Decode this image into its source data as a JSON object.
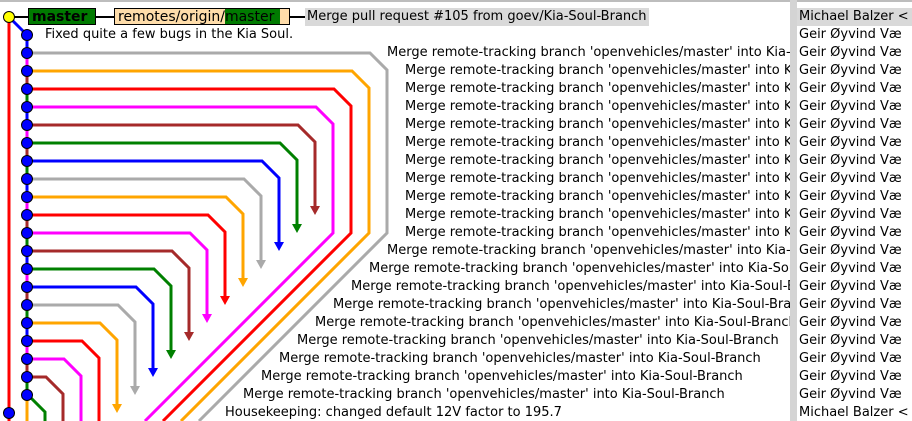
{
  "refs": {
    "local_branch": "master",
    "remote_prefix": "remotes/origin/",
    "remote_branch": "master"
  },
  "colors": {
    "head_dot": "#ffff00",
    "commit_dot": "#0000ff",
    "selected_bg": "#d9d9d9",
    "branch_tag": "#007a00",
    "remote_tag": "#ffddaa"
  },
  "commits": [
    {
      "message": "Merge pull request #105 from goev/Kia-Soul-Branch",
      "author": "Michael Balzer <",
      "selected": true,
      "lane_color": ""
    },
    {
      "message": "Fixed quite a few bugs in the Kia Soul.",
      "author": "Geir Øyvind Væ",
      "lane_color": ""
    },
    {
      "message": "Merge remote-tracking branch 'openvehicles/master' into Kia-Soul-Branch",
      "author": "Geir Øyvind Væ",
      "lane_color": "#aaaaaa"
    },
    {
      "message": "Merge remote-tracking branch 'openvehicles/master' into Kia-Soul-Branch",
      "author": "Geir Øyvind Væ",
      "lane_color": "#ffa500"
    },
    {
      "message": "Merge remote-tracking branch 'openvehicles/master' into Kia-Soul-Branch",
      "author": "Geir Øyvind Væ",
      "lane_color": "#ff0000"
    },
    {
      "message": "Merge remote-tracking branch 'openvehicles/master' into Kia-Soul-Branch",
      "author": "Geir Øyvind Væ",
      "lane_color": "#ff00ff"
    },
    {
      "message": "Merge remote-tracking branch 'openvehicles/master' into Kia-Soul-Branch",
      "author": "Geir Øyvind Væ",
      "lane_color": "#a52a2a"
    },
    {
      "message": "Merge remote-tracking branch 'openvehicles/master' into Kia-Soul-Branch",
      "author": "Geir Øyvind Væ",
      "lane_color": "#008000"
    },
    {
      "message": "Merge remote-tracking branch 'openvehicles/master' into Kia-Soul-Branch",
      "author": "Geir Øyvind Væ",
      "lane_color": "#0000ff"
    },
    {
      "message": "Merge remote-tracking branch 'openvehicles/master' into Kia-Soul-Branch",
      "author": "Geir Øyvind Væ",
      "lane_color": "#aaaaaa"
    },
    {
      "message": "Merge remote-tracking branch 'openvehicles/master' into Kia-Soul-Branch",
      "author": "Geir Øyvind Væ",
      "lane_color": "#ffa500"
    },
    {
      "message": "Merge remote-tracking branch 'openvehicles/master' into Kia-Soul-Branch",
      "author": "Geir Øyvind Væ",
      "lane_color": "#ff0000"
    },
    {
      "message": "Merge remote-tracking branch 'openvehicles/master' into Kia-Soul-Branch",
      "author": "Geir Øyvind Væ",
      "lane_color": "#ff00ff"
    },
    {
      "message": "Merge remote-tracking branch 'openvehicles/master' into Kia-Soul-Branch",
      "author": "Geir Øyvind Væ",
      "lane_color": "#a52a2a"
    },
    {
      "message": "Merge remote-tracking branch 'openvehicles/master' into Kia-Soul-Branch",
      "author": "Geir Øyvind Væ",
      "lane_color": "#008000"
    },
    {
      "message": "Merge remote-tracking branch 'openvehicles/master' into Kia-Soul-Branch",
      "author": "Geir Øyvind Væ",
      "lane_color": "#0000ff"
    },
    {
      "message": "Merge remote-tracking branch 'openvehicles/master' into Kia-Soul-Branch",
      "author": "Geir Øyvind Væ",
      "lane_color": "#aaaaaa"
    },
    {
      "message": "Merge remote-tracking branch 'openvehicles/master' into Kia-Soul-Branch",
      "author": "Geir Øyvind Væ",
      "lane_color": "#ffa500"
    },
    {
      "message": "Merge remote-tracking branch 'openvehicles/master' into Kia-Soul-Branch",
      "author": "Geir Øyvind Væ",
      "lane_color": "#ff0000"
    },
    {
      "message": "Merge remote-tracking branch 'openvehicles/master' into Kia-Soul-Branch",
      "author": "Geir Øyvind Væ",
      "lane_color": "#ff00ff"
    },
    {
      "message": "Merge remote-tracking branch 'openvehicles/master' into Kia-Soul-Branch",
      "author": "Geir Øyvind Væ",
      "lane_color": "#a52a2a"
    },
    {
      "message": "Merge remote-tracking branch 'openvehicles/master' into Kia-Soul-Branch",
      "author": "Geir Øyvind Væ",
      "lane_color": "#008000"
    },
    {
      "message": "Housekeeping: changed default 12V factor to 195.7",
      "author": "Michael Balzer <",
      "lane_color": ""
    }
  ]
}
